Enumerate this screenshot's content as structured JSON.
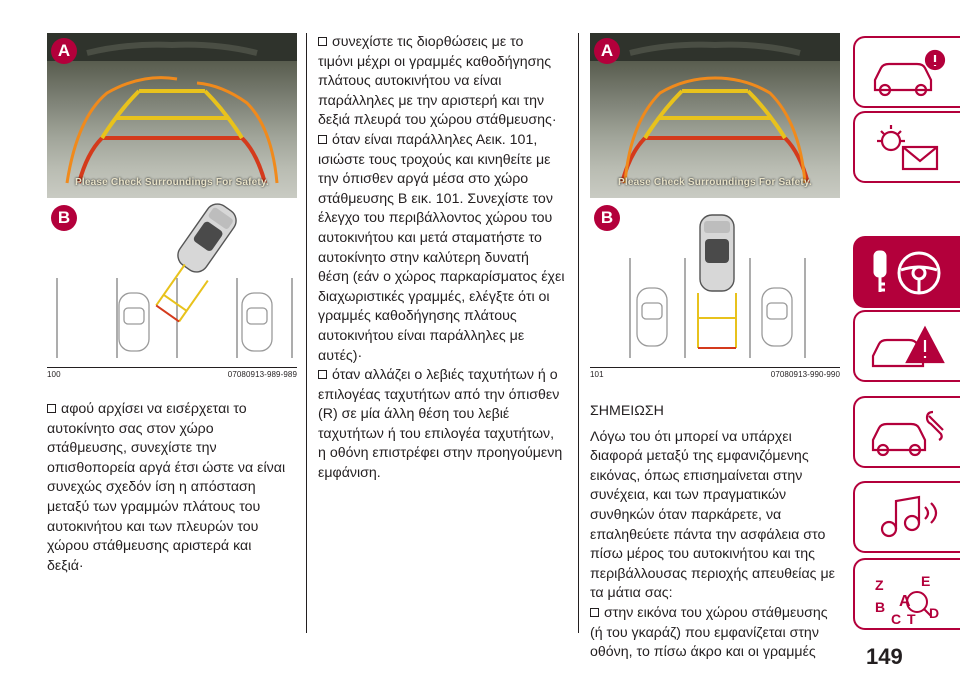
{
  "figure_left": {
    "badge_a": "A",
    "badge_b": "B",
    "camera_warning": "Please Check Surroundings For Safety.",
    "fig_number": "100",
    "fig_code": "07080913-989-989"
  },
  "figure_right": {
    "badge_a": "A",
    "badge_b": "B",
    "camera_warning": "Please Check Surroundings For Safety.",
    "fig_number": "101",
    "fig_code": "07080913-990-990"
  },
  "column1": {
    "lines": [
      "αφού αρχίσει να εισέρχεται το",
      "αυτοκίνητο σας στον χώρο",
      "στάθμευσης, συνεχίστε την",
      "οπισθοπορεία αργά έτσι ώστε να είναι",
      "συνεχώς σχεδόν ίση η απόσταση",
      "μεταξύ των γραμμών πλάτους του",
      "αυτοκινήτου και των πλευρών του",
      "χώρου στάθμευσης αριστερά και",
      "δεξιά·"
    ]
  },
  "column2": {
    "lines": [
      "συνεχίστε τις διορθώσεις με το",
      "τιμόνι μέχρι οι γραμμές καθοδήγησης",
      "πλάτους αυτοκινήτου να είναι",
      "παράλληλες με την αριστερή και την",
      "δεξιά πλευρά του χώρου στάθμευσης·",
      "όταν είναι παράλληλες Αεικ. 101,",
      "ισιώστε τους τροχούς και κινηθείτε με",
      "την όπισθεν αργά μέσα στο χώρο",
      "στάθμευσης Β εικ. 101. Συνεχίστε τον",
      "έλεγχο του περιβάλλοντος χώρου του",
      "αυτοκινήτου και μετά σταματήστε το",
      "αυτοκίνητο στην καλύτερη δυνατή",
      "θέση (εάν ο χώρος παρκαρίσματος έχει",
      "διαχωριστικές γραμμές, ελέγξτε ότι οι",
      "γραμμές καθοδήγησης πλάτους",
      "αυτοκινήτου είναι παράλληλες με",
      "αυτές)·",
      "όταν αλλάζει ο λεβιές ταχυτήτων ή ο",
      "επιλογέας ταχυτήτων από την όπισθεν",
      "(R) σε μία άλλη θέση του λεβιέ",
      "ταχυτήτων ή του επιλογέα ταχυτήτων,",
      "η οθόνη επιστρέφει στην προηγούμενη",
      "εμφάνιση."
    ],
    "checkbox_line_indexes": [
      0,
      5,
      17
    ]
  },
  "column3": {
    "heading": "ΣΗΜΕΙΩΣΗ",
    "lines": [
      "Λόγω του ότι μπορεί να υπάρχει",
      "διαφορά μεταξύ της εμφανιζόμενης",
      "εικόνας, όπως επισημαίνεται στην",
      "συνέχεια, και των πραγματικών",
      "συνθηκών όταν παρκάρετε, να",
      "επαληθεύετε πάντα την ασφάλεια στο",
      "πίσω μέρος του αυτοκινήτου και της",
      "περιβάλλουσας περιοχής απευθείας με",
      "τα μάτια σας:",
      "στην εικόνα του χώρου στάθμευσης",
      "(ή του γκαράζ) που εμφανίζεται στην",
      "οθόνη, το πίσω άκρο και οι γραμμές"
    ],
    "checkbox_line_indexes": [
      9
    ]
  },
  "side_tabs": [
    {
      "icon": "car-dashboard-icon",
      "active": false
    },
    {
      "icon": "warning-lights-mail-icon",
      "active": false
    },
    {
      "icon": "key-steering-wheel-icon",
      "active": true
    },
    {
      "icon": "crash-warning-icon",
      "active": false
    },
    {
      "icon": "car-service-wrench-icon",
      "active": false
    },
    {
      "icon": "multimedia-music-icon",
      "active": false
    },
    {
      "icon": "index-letters-icon",
      "active": false
    }
  ],
  "index_letters": [
    "Z",
    "E",
    "B",
    "A",
    "C",
    "D",
    "T"
  ],
  "page_number": "149",
  "colors": {
    "accent": "#b3003b",
    "text": "#231f20",
    "guide_yellow": "#e8c21c",
    "guide_red": "#d43a1c"
  }
}
